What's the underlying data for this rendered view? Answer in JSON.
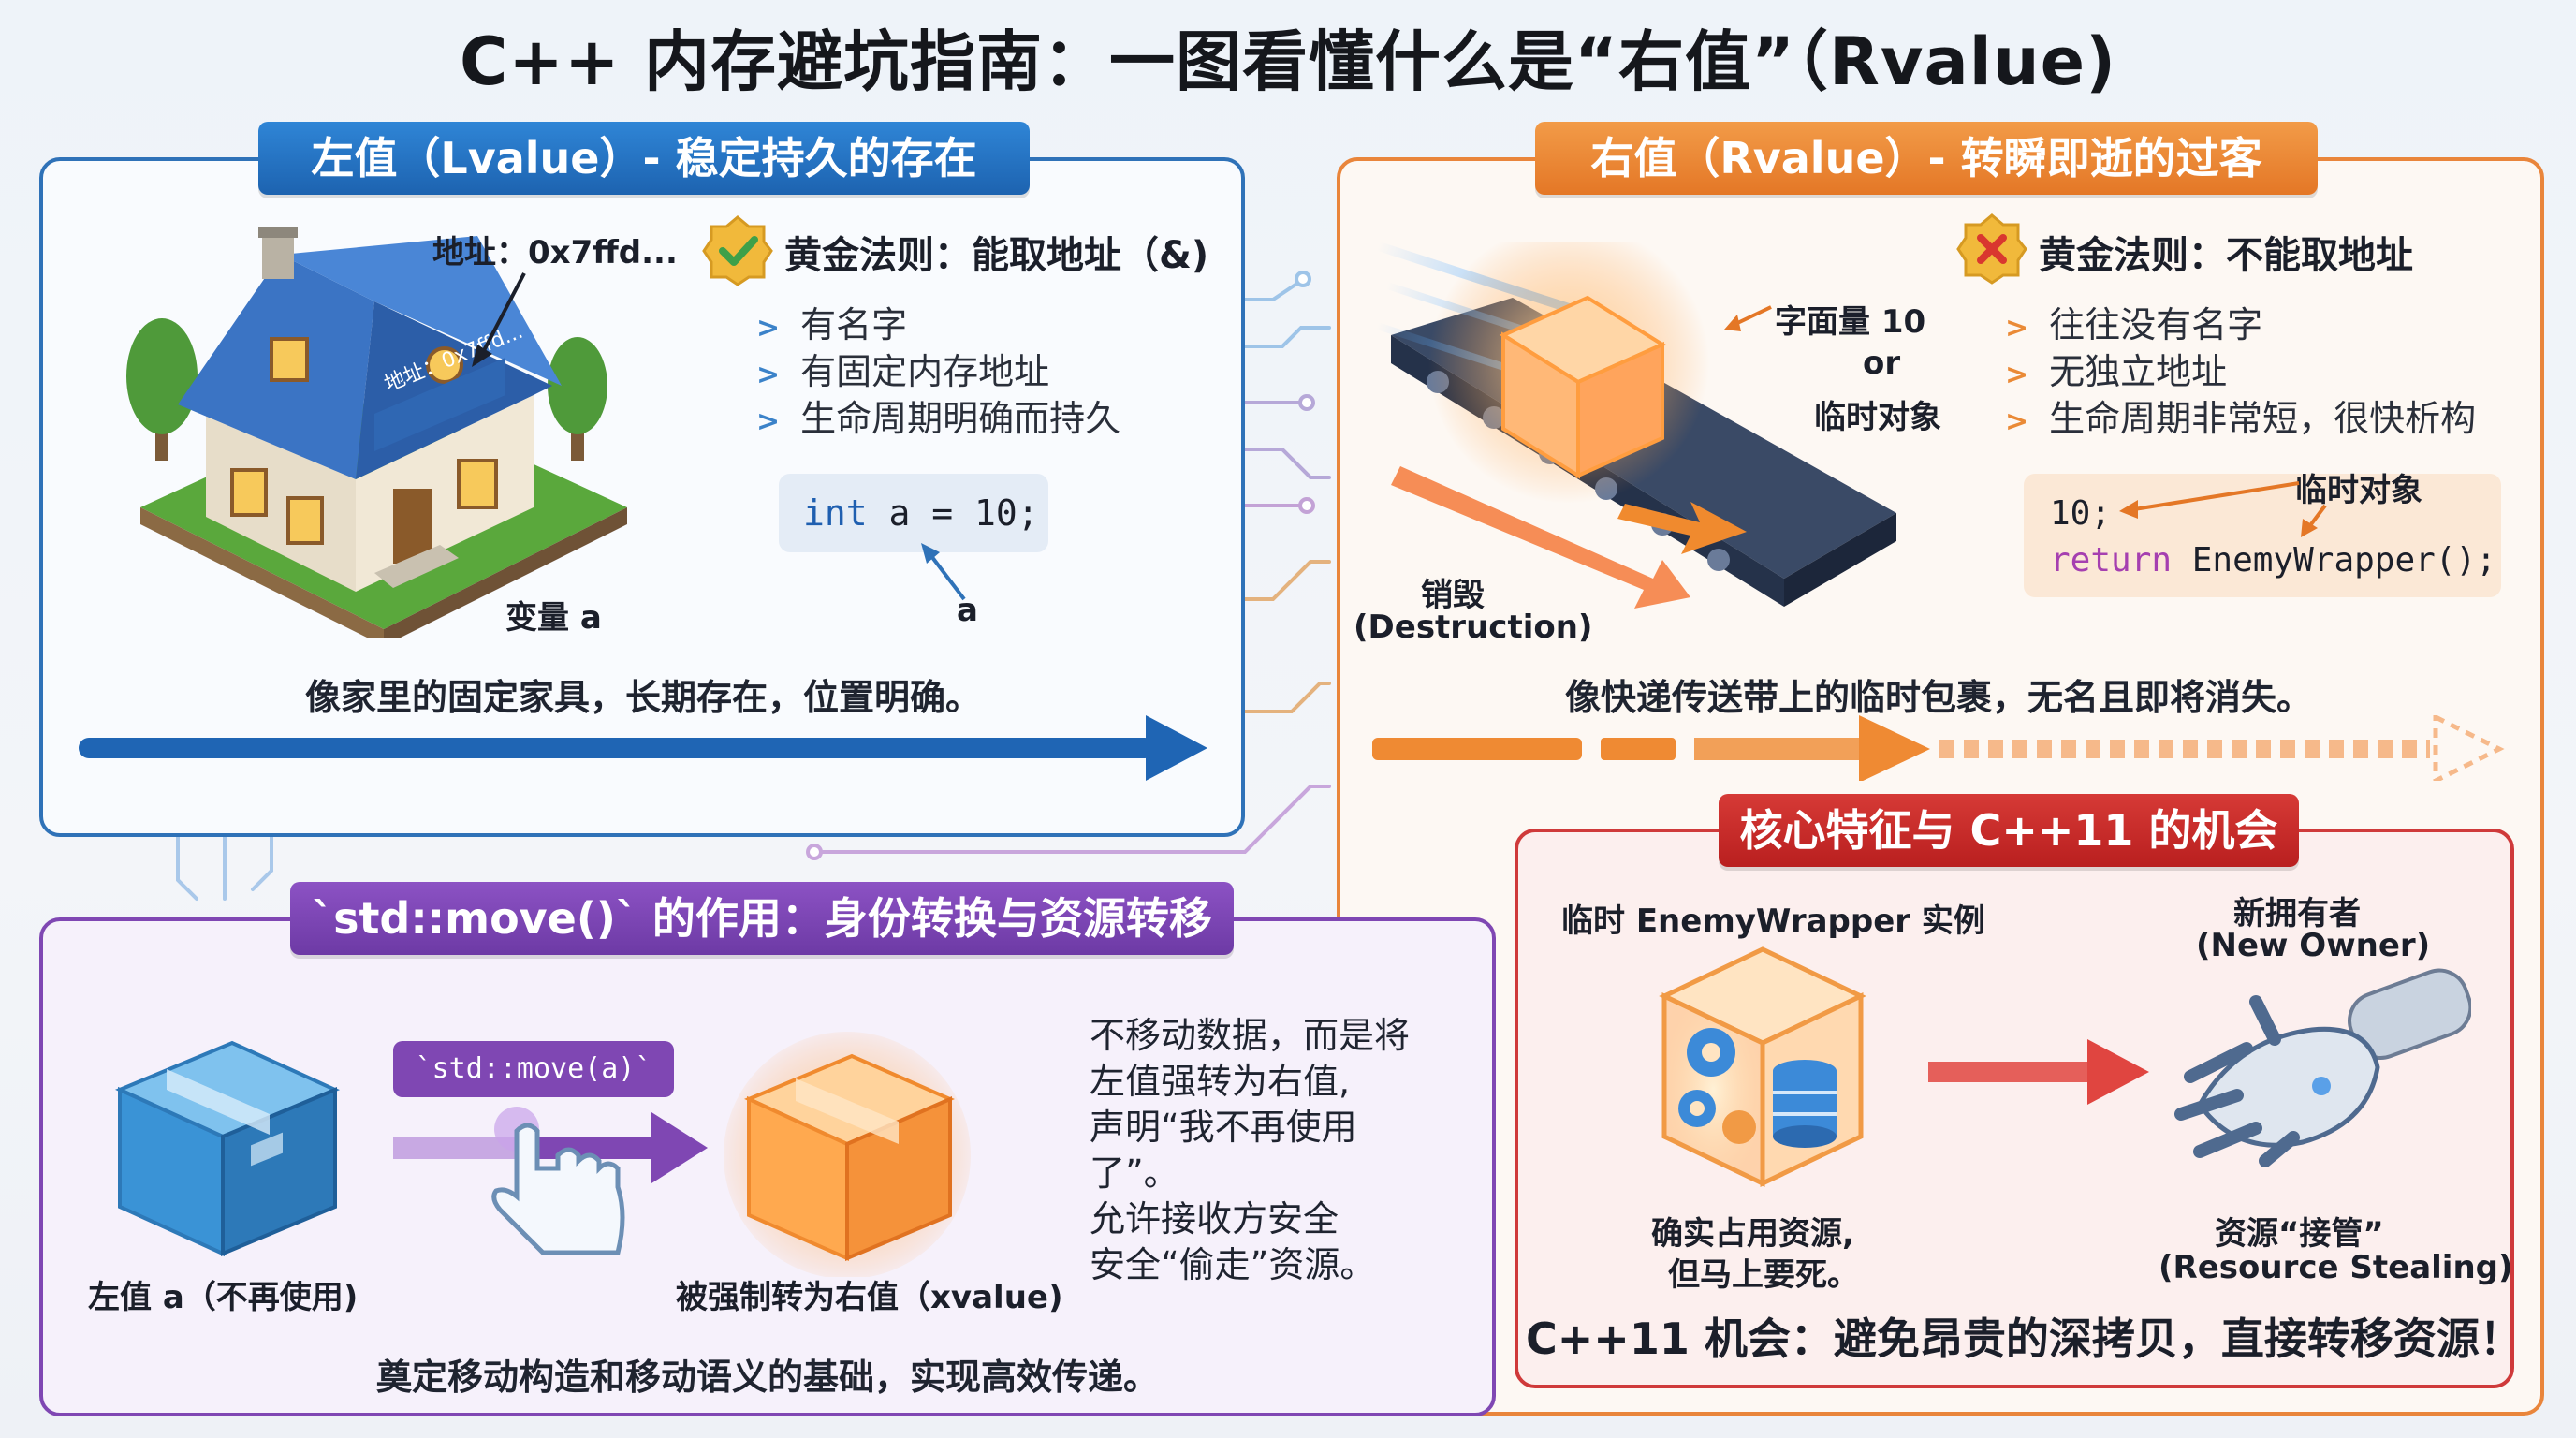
{
  "title": "C++ 内存避坑指南：一图看懂什么是“右值”（Rvalue)",
  "lvalue": {
    "banner": "左值（Lvalue）- 稳定持久的存在",
    "house_address_label": "地址：0x7ffd...",
    "house_sign": "地址：0x7ffd...",
    "variable_label": "变量 a",
    "rule_title": "黄金法则：能取地址（&)",
    "bullets": [
      "有名字",
      "有固定内存地址",
      "生命周期明确而持久"
    ],
    "code_keyword": "int",
    "code_rest": " a = 10;",
    "code_pointer_label": "a",
    "caption": "像家里的固定家具，长期存在，位置明确。"
  },
  "rvalue": {
    "banner": "右值（Rvalue）- 转瞬即逝的过客",
    "literal_label_1": "字面量 10",
    "literal_label_2": "or",
    "literal_label_3": "临时对象",
    "destruction_label_1": "销毁",
    "destruction_label_2": "(Destruction)",
    "rule_title": "黄金法则：不能取地址",
    "bullets": [
      "往往没有名字",
      "无独立地址",
      "生命周期非常短，很快析构"
    ],
    "temp_object_label": "临时对象",
    "code_line1": "10;",
    "code_keyword": "return",
    "code_line2_rest": " EnemyWrapper();",
    "caption": "像快递传送带上的临时包裹，无名且即将消失。"
  },
  "core": {
    "banner": "核心特征与 C++11 的机会",
    "instance_label": "临时 EnemyWrapper 实例",
    "new_owner_1": "新拥有者",
    "new_owner_2": "(New Owner)",
    "resource_1": "确实占用资源,",
    "resource_2": "但马上要死。",
    "steal_1": "资源“接管”",
    "steal_2": "(Resource Stealing)",
    "opportunity": "C++11 机会：避免昂贵的深拷贝，直接转移资源！"
  },
  "move": {
    "banner": "`std::move()` 的作用：身份转换与资源转移",
    "move_tag": "`std::move(a)`",
    "lvalue_box_label": "左值 a（不再使用)",
    "xvalue_label": "被强制转为右值（xvalue)",
    "desc": [
      "不移动数据，而是将",
      "左值强转为右值,",
      "声明“我不再使用",
      "了”。",
      "允许接收方安全",
      "安全“偷走”资源。"
    ],
    "caption": "奠定移动构造和移动语义的基础，实现高效传递。"
  },
  "colors": {
    "lvalue_accent": "#2f72b8",
    "rvalue_accent": "#e9853b",
    "move_accent": "#7f47b3",
    "core_accent": "#cf3a3a"
  }
}
